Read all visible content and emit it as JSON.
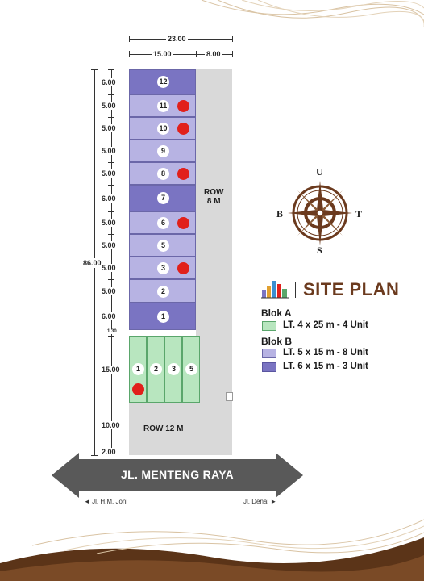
{
  "dimensions": {
    "total_width": "23.00",
    "plot_width": "15.00",
    "row_width": "8.00",
    "total_length": "86.00",
    "left": [
      "6.00",
      "5.00",
      "5.00",
      "5.00",
      "5.00",
      "6.00",
      "5.00",
      "5.00",
      "5.00",
      "5.00",
      "6.00",
      "1.30",
      "15.00",
      "10.00",
      "2.00"
    ]
  },
  "blok_b_lots": [
    "12",
    "11",
    "10",
    "9",
    "8",
    "7",
    "6",
    "5",
    "3",
    "2",
    "1"
  ],
  "blok_a_lots": [
    "1",
    "2",
    "3",
    "5"
  ],
  "row_right": {
    "line1": "ROW",
    "line2": "8 M"
  },
  "row_bottom": "ROW 12 M",
  "road": "JL. MENTENG RAYA",
  "direction_left": "◄ Jl. H.M. Joni",
  "direction_right": "Jl. Denai ►",
  "compass": {
    "n": "U",
    "s": "S",
    "e": "T",
    "w": "B"
  },
  "title": "SITE PLAN",
  "legend": {
    "blok_a": "Blok A",
    "blok_b": "Blok B",
    "items": [
      {
        "text": "LT. 4 x 25 m - 4 Unit",
        "color": "#b8e6bf"
      },
      {
        "text": "LT. 5 x 15 m - 8 Unit",
        "color": "#b7b3e3"
      },
      {
        "text": "LT. 6 x 15 m - 3 Unit",
        "color": "#7a74c2"
      }
    ]
  },
  "colors": {
    "blok_a": "#b8e6bf",
    "blok_b_standard": "#b7b3e3",
    "blok_b_large": "#7a74c2",
    "sold_marker": "#e1201b",
    "road": "#595959",
    "compass": "#6b3a1e",
    "accent_waves": "#b08a5a"
  }
}
